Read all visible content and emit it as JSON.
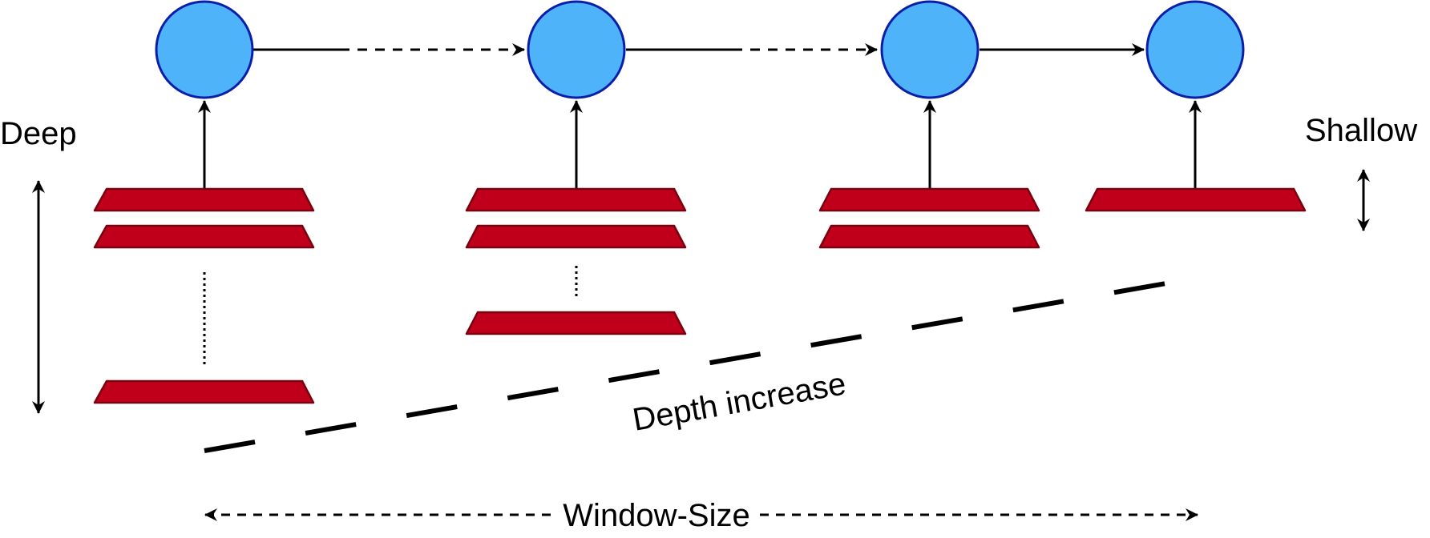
{
  "labels": {
    "deep": "Deep",
    "shallow": "Shallow",
    "depth_increase": "Depth increase",
    "window_size": "Window-Size"
  },
  "colors": {
    "node_fill": "#4fb3f9",
    "node_stroke": "#0b1ea8",
    "layer_fill": "#c0001a",
    "layer_stroke": "#7a0010",
    "line": "#000000"
  },
  "structure": {
    "stacks": [
      {
        "layers": "many (2 shown + ellipsis + 1)",
        "state": "deep"
      },
      {
        "layers": "several (2 shown + ellipsis + 1)"
      },
      {
        "layers": 2
      },
      {
        "layers": 1,
        "state": "shallow"
      }
    ],
    "connections": [
      "dashed",
      "dashed",
      "solid"
    ]
  }
}
